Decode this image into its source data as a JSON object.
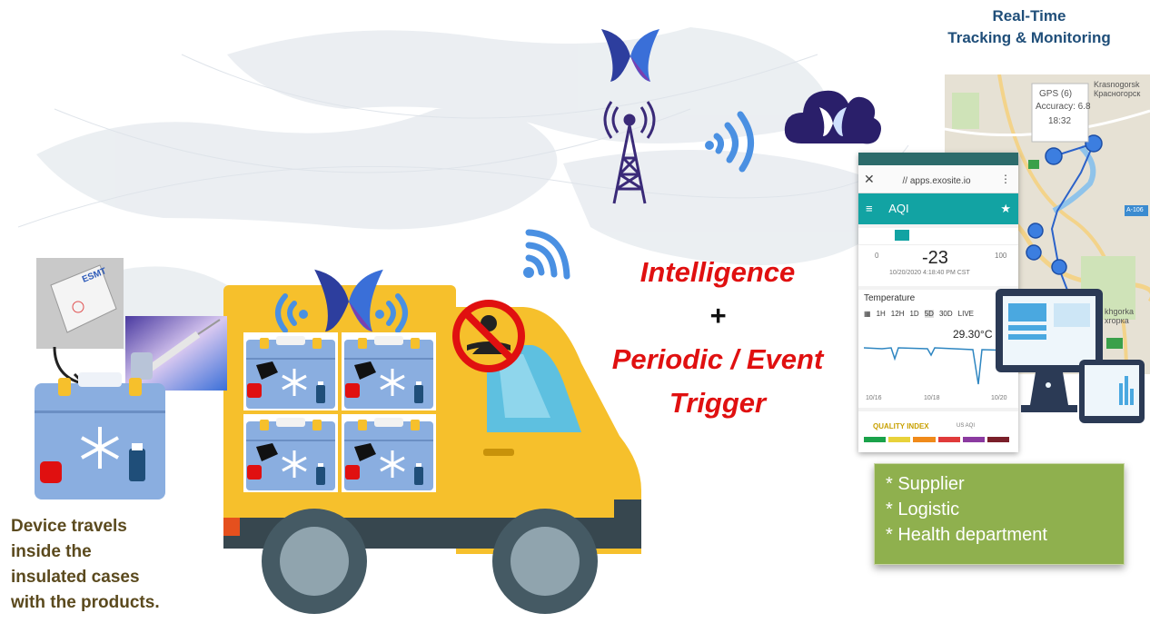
{
  "header": {
    "line1": "Real-Time",
    "line2": "Tracking & Monitoring"
  },
  "center": {
    "line1": "Intelligence",
    "plus": "+",
    "line2": "Periodic / Event",
    "line3": "Trigger"
  },
  "caption": {
    "line1": "Device travels",
    "line2": "inside the",
    "line3": "insulated cases",
    "line4": "with the products."
  },
  "roles": [
    "* Supplier",
    "* Logistic",
    "* Health department"
  ],
  "device": {
    "label": "ESMT"
  },
  "phone": {
    "url": "// apps.exosite.io",
    "app_title": "AQI",
    "gauge_value": "-23",
    "gauge_min": "0",
    "gauge_max": "100",
    "gauge_time": "10/20/2020 4:18:40 PM CST",
    "temp_title": "Temperature",
    "ranges": [
      "1H",
      "12H",
      "1D",
      "5D",
      "30D",
      "LIVE"
    ],
    "temp_value": "29.30°C",
    "x_ticks": [
      "10/16",
      "10/18",
      "10/20"
    ],
    "quality_title": "QUALITY INDEX",
    "quality_sub": "US AQI"
  },
  "map": {
    "gps_label": "GPS (6)",
    "accuracy": "Accuracy: 6.8",
    "time": "18:32",
    "city1": "Krasnogorsk",
    "city1_ru": "Красногорск",
    "road": "A-106",
    "place": "khgorka",
    "place_ru": "хгорка"
  },
  "colors": {
    "accent_red": "#e01010",
    "title_blue": "#1f4e79",
    "caption_brown": "#5b4a1e",
    "roles_green": "#8fb04e",
    "truck_yellow": "#f6c02c",
    "case_blue": "#8aaee0",
    "wifi_blue": "#4a90e2",
    "app_teal": "#12a3a3"
  },
  "icons": [
    "butterfly-logo-icon",
    "radio-tower-icon",
    "wifi-signal-icon",
    "cloud-icon",
    "no-driver-icon",
    "snowflake-icon",
    "vaccine-vial-icon",
    "monitor-icon",
    "tablet-icon"
  ]
}
